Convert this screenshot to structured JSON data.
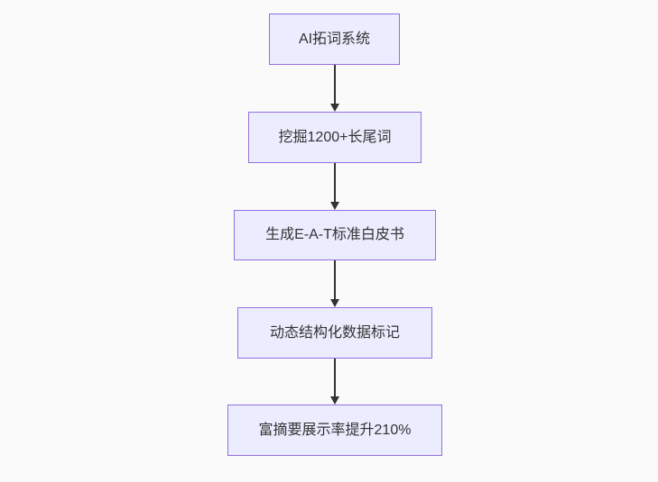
{
  "flowchart": {
    "type": "vertical-flowchart",
    "nodes": [
      {
        "id": "A",
        "label": "AI拓词系统"
      },
      {
        "id": "B",
        "label": "挖掘1200+长尾词"
      },
      {
        "id": "C",
        "label": "生成E-A-T标准白皮书"
      },
      {
        "id": "D",
        "label": "动态结构化数据标记"
      },
      {
        "id": "E",
        "label": "富摘要展示率提升210%"
      }
    ],
    "edges": [
      {
        "from": "A",
        "to": "B"
      },
      {
        "from": "B",
        "to": "C"
      },
      {
        "from": "C",
        "to": "D"
      },
      {
        "from": "D",
        "to": "E"
      }
    ],
    "colors": {
      "node_fill": "#ECECFF",
      "node_border": "#9370DB",
      "arrow": "#333333",
      "text": "#333333",
      "background": "#fafafa"
    }
  }
}
